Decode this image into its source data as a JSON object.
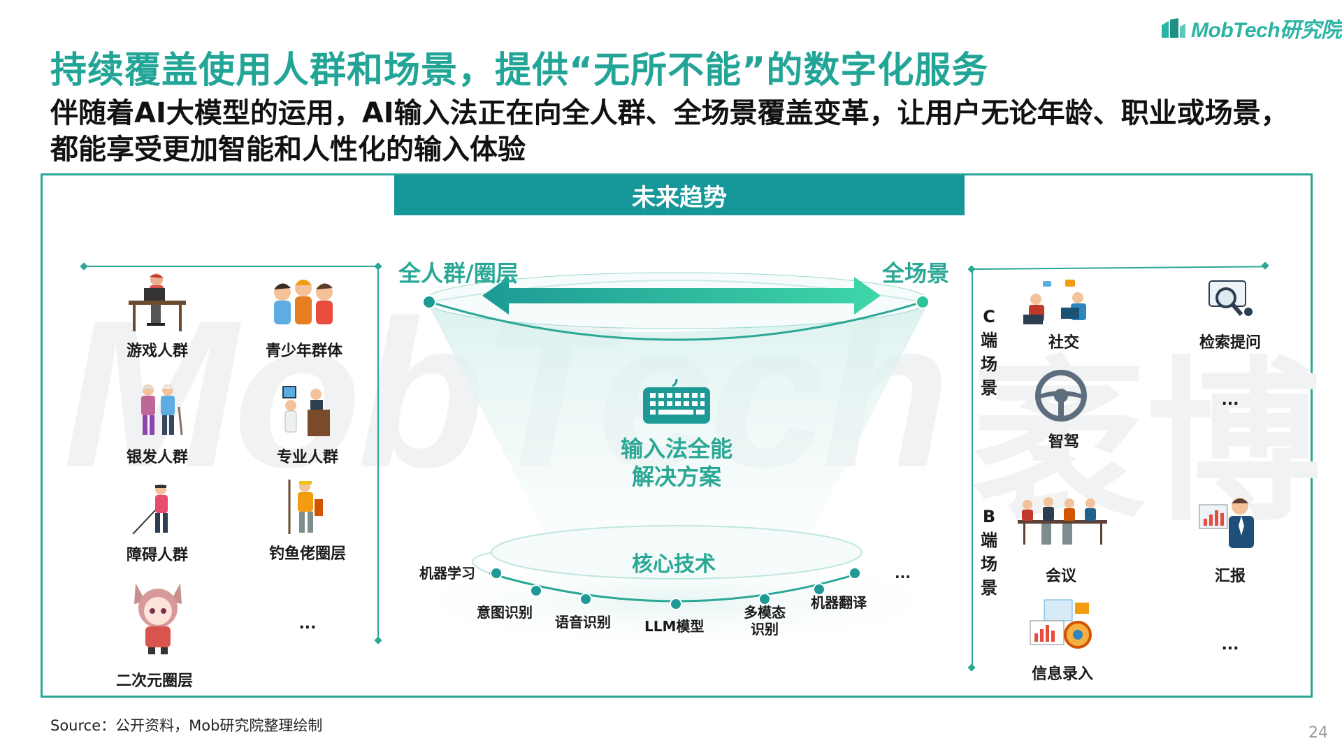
{
  "logo": {
    "text": "MobTech研究院"
  },
  "title": "持续覆盖使用人群和场景，提供“无所不能”的数字化服务",
  "subtitle": "伴随着AI大模型的运用，AI输入法正在向全人群、全场景覆盖变革，让用户无论年龄、职业或场景，都能享受更加智能和人性化的输入体验",
  "trend_bar": "未来趋势",
  "watermark": {
    "latin": "MobTech",
    "cjk": "袤博"
  },
  "left_axis": "全人群/圈层",
  "right_axis": "全场景",
  "center": {
    "line1": "输入法全能",
    "line2": "解决方案"
  },
  "core": {
    "title": "核心技术",
    "items": [
      "机器学习",
      "意图识别",
      "语音识别",
      "LLM模型",
      "多模态",
      "识别",
      "机器翻译",
      "..."
    ]
  },
  "people": {
    "items": [
      "游戏人群",
      "青少年群体",
      "银发人群",
      "专业人群",
      "障碍人群",
      "钓鱼佬圈层",
      "二次元圈层",
      "..."
    ]
  },
  "c_side": {
    "label": [
      "C",
      "端",
      "场",
      "景"
    ],
    "items": [
      "社交",
      "检索提问",
      "智驾",
      "..."
    ]
  },
  "b_side": {
    "label": [
      "B",
      "端",
      "场",
      "景"
    ],
    "items": [
      "会议",
      "汇报",
      "信息录入",
      "..."
    ]
  },
  "footer": {
    "source": "Source：公开资料，Mob研究院整理绘制",
    "page": "24"
  },
  "colors": {
    "brand": "#22a597",
    "bar": "#16989a",
    "line": "#2aa795"
  }
}
